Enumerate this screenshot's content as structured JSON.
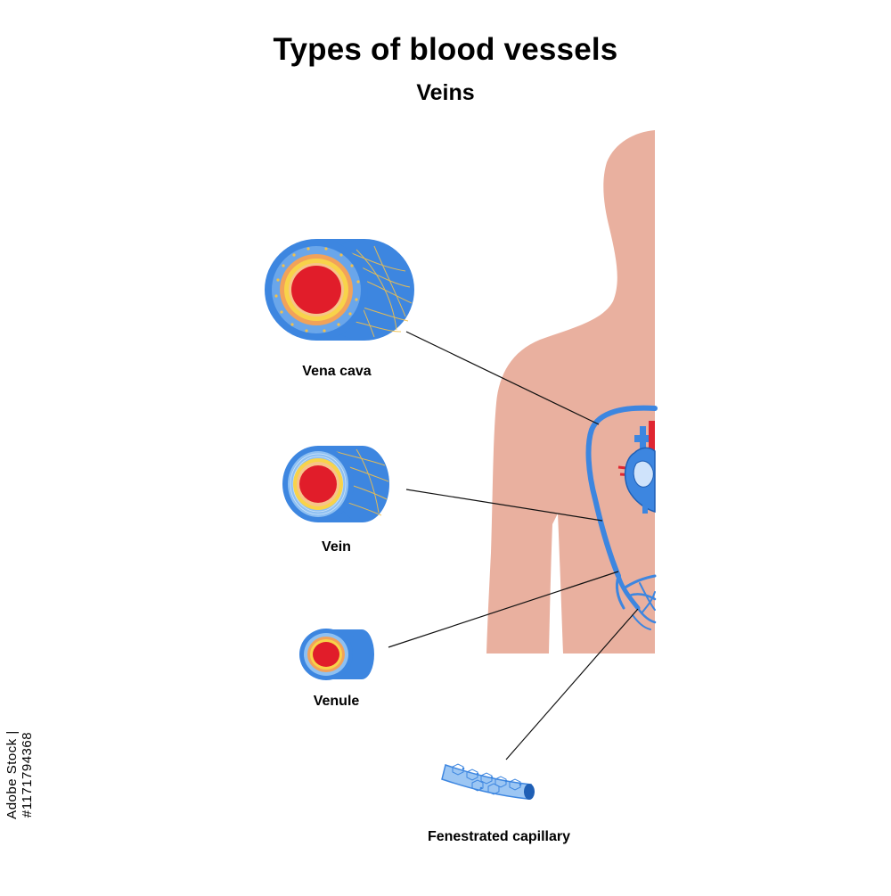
{
  "title": "Types of blood vessels",
  "subtitle": "Veins",
  "labels": {
    "vena_cava": "Vena cava",
    "vein": "Vein",
    "venule": "Venule",
    "fenestrated_capillary": "Fenestrated capillary"
  },
  "stock_id": "Adobe Stock | #1171794368",
  "colors": {
    "body": "#e9b09f",
    "vessel_blue": "#3d86e0",
    "vessel_light_blue": "#6aa6ea",
    "lumen_red": "#e11d2a",
    "wall_yellow": "#f8d34a",
    "wall_orange": "#f2a25a",
    "heart_red": "#e02631",
    "leader_line": "#111111"
  }
}
